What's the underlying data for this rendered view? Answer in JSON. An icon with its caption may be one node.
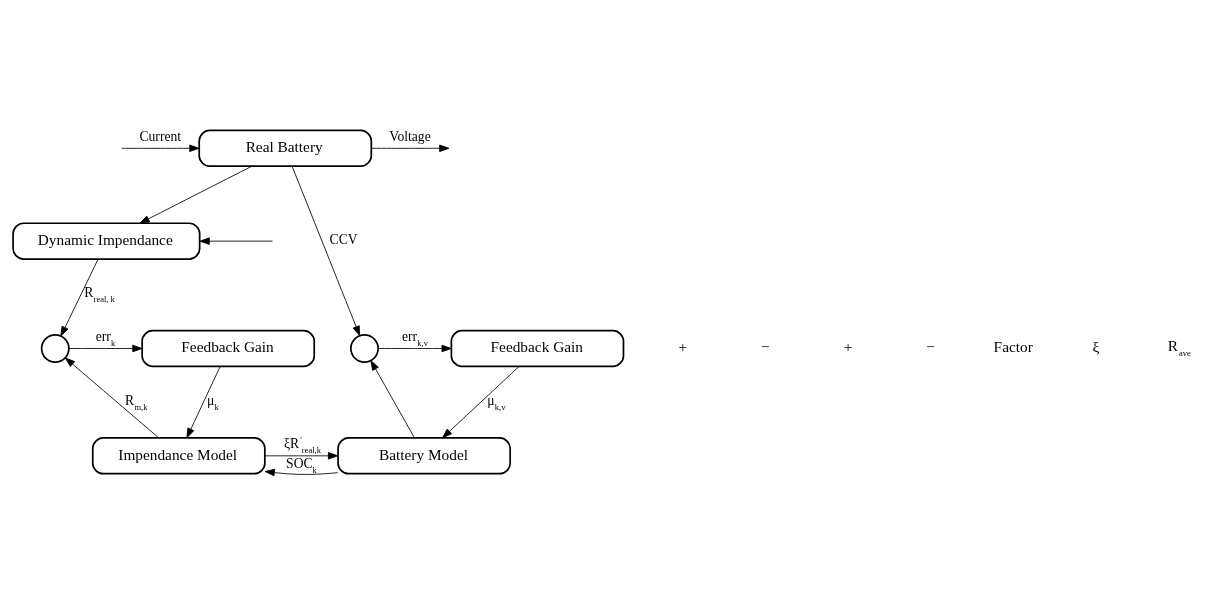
{
  "diagram": {
    "nodes": [
      {
        "text": [
          "Real Battery"
        ]
      },
      {
        "text": [
          "Dynamic Impendance"
        ]
      },
      {
        "text": [
          "Feedback Gain"
        ]
      },
      {
        "text": [
          "Impendance Model"
        ]
      },
      {
        "text": [
          "Feedback Gain"
        ]
      },
      {
        "text": [
          "Battery Model"
        ]
      },
      {
        "text": [],
        "shape": "circle"
      },
      {
        "text": [],
        "shape": "circle"
      }
    ],
    "edges": [
      {
        "from": 0,
        "to": null,
        "arrow": "to",
        "label": "Voltage"
      },
      {
        "from": null,
        "to": 0,
        "arrow": "to",
        "label": "Current"
      },
      {
        "from": null,
        "to": 1,
        "arrow": "to"
      },
      {
        "from": 0,
        "to": 1,
        "arrow": "to"
      },
      {
        "from": 0,
        "to": 7,
        "arrow": "to",
        "label": "CCV"
      },
      {
        "from": 1,
        "to": 6,
        "arrow": "to",
        "label": "R$_{real, k}$"
      },
      {
        "from": 6,
        "to": 2,
        "arrow": "to",
        "label": "err$_{k}$"
      },
      {
        "from": 2,
        "to": 3,
        "arrow": "to",
        "label": "μ$_{k}$"
      },
      {
        "from": 3,
        "to": 6,
        "arrow": "to",
        "label": "R$_{m,k}$"
      },
      {
        "from": 3,
        "to": 5,
        "arrow": "to",
        "label": "ξR$^{'}$$_{real,k}$"
      },
      {
        "from": 5,
        "to": 3,
        "arrow": "to",
        "label": "SOC$_{k}$"
      },
      {
        "from": 7,
        "to": 4,
        "arrow": "to",
        "label": "err$_{k,v}$"
      },
      {
        "from": 4,
        "to": 5,
        "arrow": "to",
        "label": "μ$_{k,v}$"
      },
      {
        "from": 5,
        "to": 7,
        "arrow": "to"
      }
    ],
    "labels": [
      "+",
      "−",
      "+",
      "−",
      "Factor",
      "ξ",
      "R$_{ave}$"
    ]
  }
}
